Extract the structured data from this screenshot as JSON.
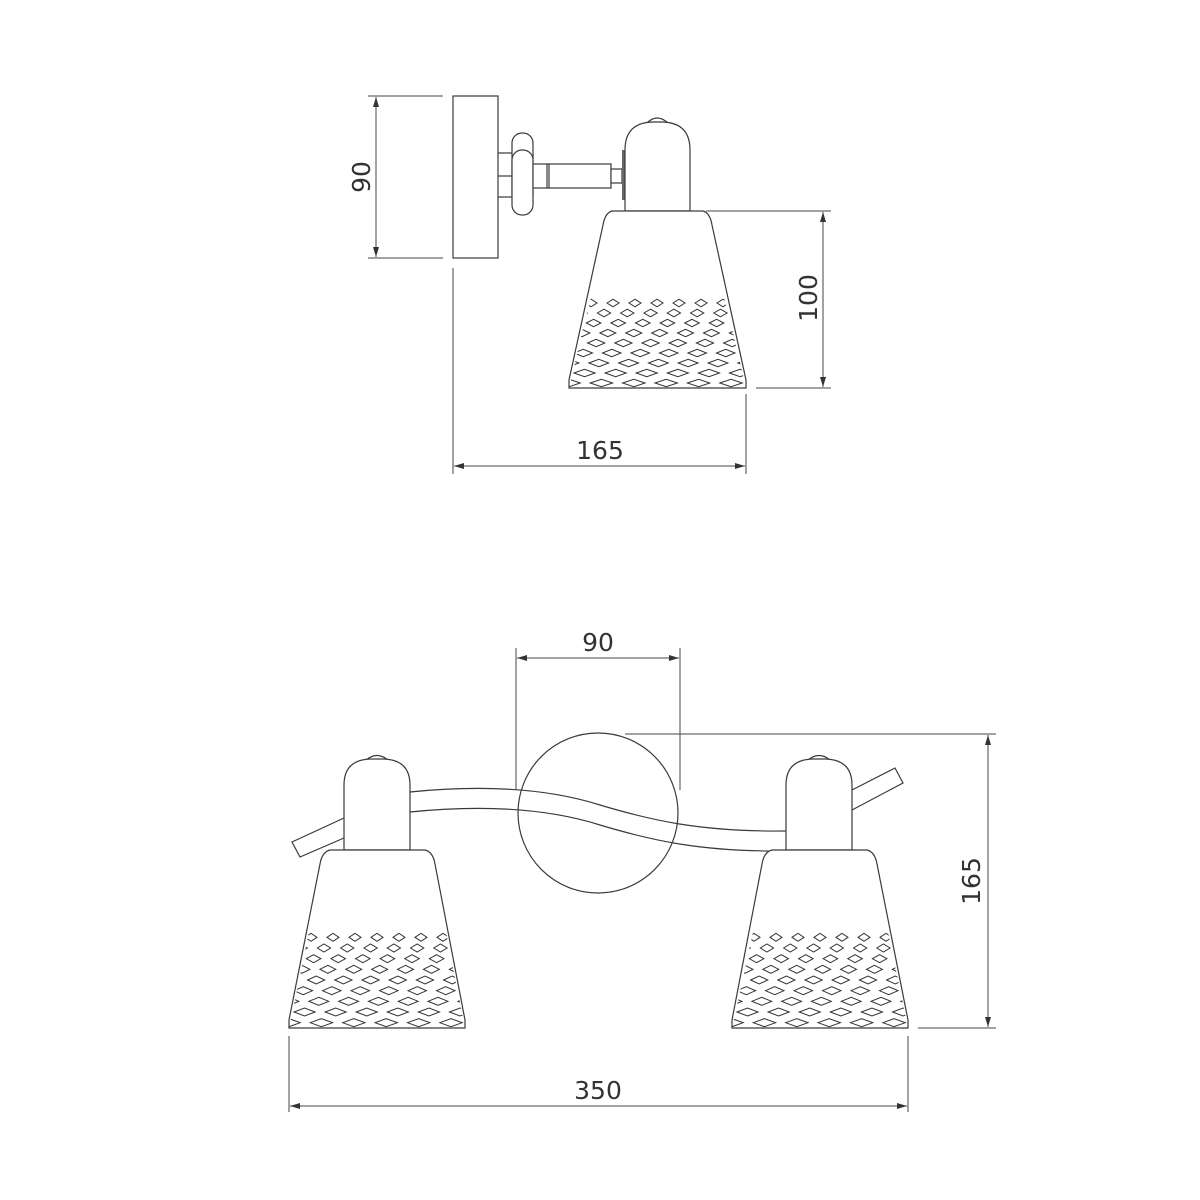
{
  "top_view": {
    "height_label": "90",
    "shade_height_label": "100",
    "depth_label": "165"
  },
  "front_view": {
    "base_width_label": "90",
    "height_label": "165",
    "width_label": "350"
  },
  "colors": {
    "line": "#3a3a3a",
    "background": "#ffffff"
  }
}
